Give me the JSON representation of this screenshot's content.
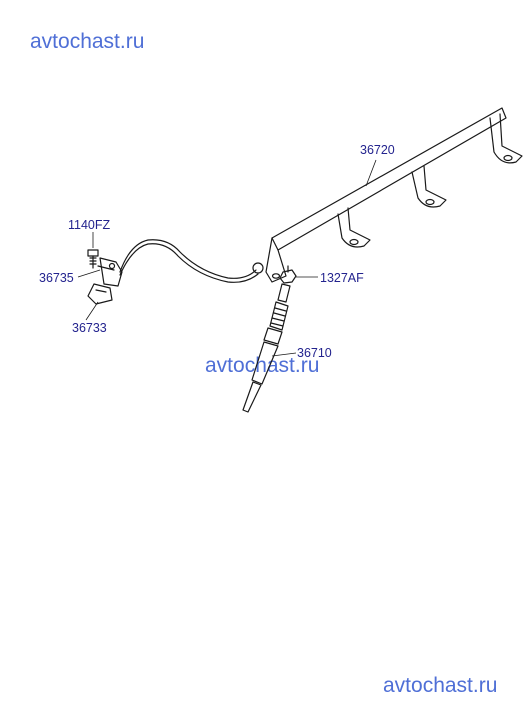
{
  "watermarks": {
    "top": "avtochast.ru",
    "middle": "avtochast.ru",
    "bottom": "avtochast.ru"
  },
  "parts": {
    "rail": "36720",
    "bolt": "1140FZ",
    "bracket": "36735",
    "connector": "36733",
    "nut": "1327AF",
    "glow_plug": "36710"
  },
  "colors": {
    "line": "#1a1a1a",
    "label": "#23238e",
    "watermark": "#4f6fd6"
  }
}
